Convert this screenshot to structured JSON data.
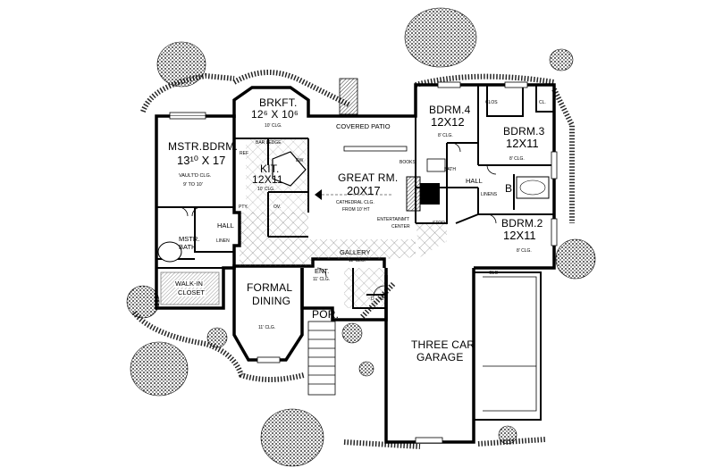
{
  "rooms": {
    "mstr_bdrm": {
      "name": "MSTR.BDRM.",
      "dims": "13¹⁰ X 17",
      "note1": "VAULT'D CLG.",
      "note2": "9' TO 10'"
    },
    "brkft": {
      "name": "BRKFT.",
      "dims": "12⁶ X 10⁶",
      "note": "10' CLG."
    },
    "bar_ledge": "BAR LEDGE",
    "kit": {
      "name": "KIT.",
      "dims": "12X11",
      "note": "10' CLG."
    },
    "covered_patio": "COVERED PATIO",
    "great_rm": {
      "name": "GREAT RM.",
      "dims": "20X17",
      "note1": "CATHEDRAL CLG.",
      "note2": "FROM 10' HT"
    },
    "books": "BOOKS",
    "entertainment": {
      "line1": "ENTERTAINM'T",
      "line2": "CENTER"
    },
    "bdrm4": {
      "name": "BDRM.4",
      "dims": "12X12",
      "note": "8' CLG."
    },
    "bdrm3": {
      "name": "BDRM.3",
      "dims": "12X11",
      "note": "8' CLG."
    },
    "bdrm2": {
      "name": "BDRM.2",
      "dims": "12X11",
      "note": "8' CLG."
    },
    "clos": "CLOS",
    "cl": "CL.",
    "bath": "BATH",
    "hall_right": "HALL",
    "linens": "LINENS",
    "b": "B.",
    "stor": "STOR.",
    "clo": "CLO",
    "gallery": {
      "name": "GALLERY",
      "note": "11' CLG."
    },
    "ent": {
      "name": "ENT.",
      "note": "11' CLG."
    },
    "formal_dining": {
      "line1": "FORMAL",
      "line2": "DINING",
      "note": "11' CLG."
    },
    "por": "POR.",
    "hall_left": "HALL",
    "linen": "LINEN",
    "mstr_bath": {
      "line1": "MSTR.",
      "line2": "BATH"
    },
    "walk_in": {
      "line1": "WALK-IN",
      "line2": "CLOSET"
    },
    "garage": {
      "line1": "THREE CAR",
      "line2": "GARAGE"
    },
    "pty": "PTY.",
    "ov": "OV.",
    "dw": "DW",
    "ref": "REF",
    "laundry_d": "D",
    "laundry_w": "W"
  }
}
